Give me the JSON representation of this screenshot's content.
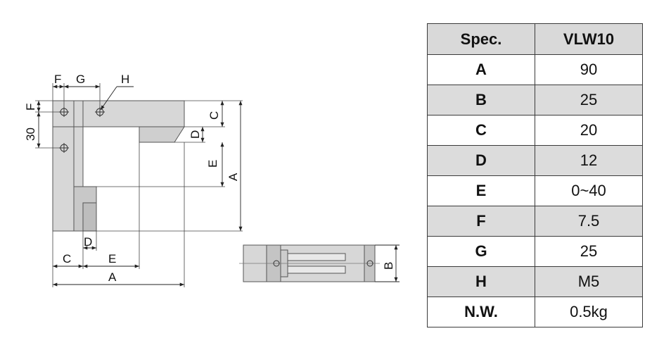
{
  "drawing": {
    "labels": {
      "F": "F",
      "G": "G",
      "H": "H",
      "thirty": "30",
      "C": "C",
      "D": "D",
      "E": "E",
      "A": "A",
      "B": "B"
    }
  },
  "table": {
    "header": {
      "spec": "Spec.",
      "model": "VLW10"
    },
    "rows": [
      {
        "key": "A",
        "value": "90"
      },
      {
        "key": "B",
        "value": "25"
      },
      {
        "key": "C",
        "value": "20"
      },
      {
        "key": "D",
        "value": "12"
      },
      {
        "key": "E",
        "value": "0~40"
      },
      {
        "key": "F",
        "value": "7.5"
      },
      {
        "key": "G",
        "value": "25"
      },
      {
        "key": "H",
        "value": "M5"
      },
      {
        "key": "N.W.",
        "value": "0.5kg"
      }
    ]
  }
}
